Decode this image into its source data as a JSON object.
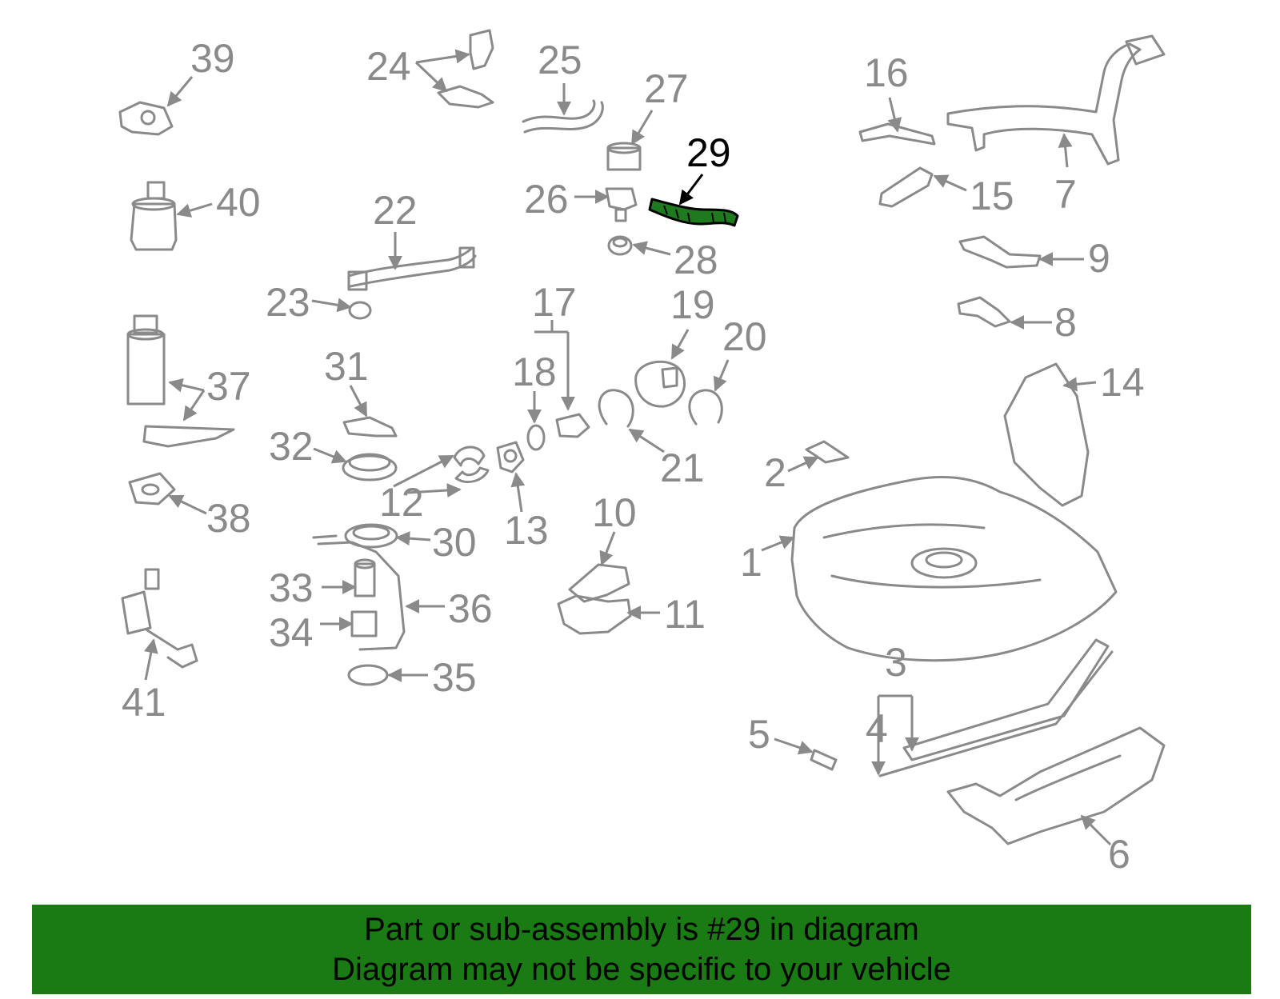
{
  "colors": {
    "part_gray": "#8a8a8a",
    "highlight_green": "#1f7a1f",
    "banner_green": "#1a7a14",
    "text_black": "#000000"
  },
  "highlighted_part": "29",
  "callouts": [
    "1",
    "2",
    "3",
    "4",
    "5",
    "6",
    "7",
    "8",
    "9",
    "10",
    "11",
    "12",
    "13",
    "14",
    "15",
    "16",
    "17",
    "18",
    "19",
    "20",
    "21",
    "22",
    "23",
    "24",
    "25",
    "26",
    "27",
    "28",
    "29",
    "30",
    "31",
    "32",
    "33",
    "34",
    "35",
    "36",
    "37",
    "38",
    "39",
    "40",
    "41"
  ],
  "banner": {
    "line1": "Part or sub-assembly is #29 in diagram",
    "line2": "Diagram may not be specific to your vehicle"
  }
}
